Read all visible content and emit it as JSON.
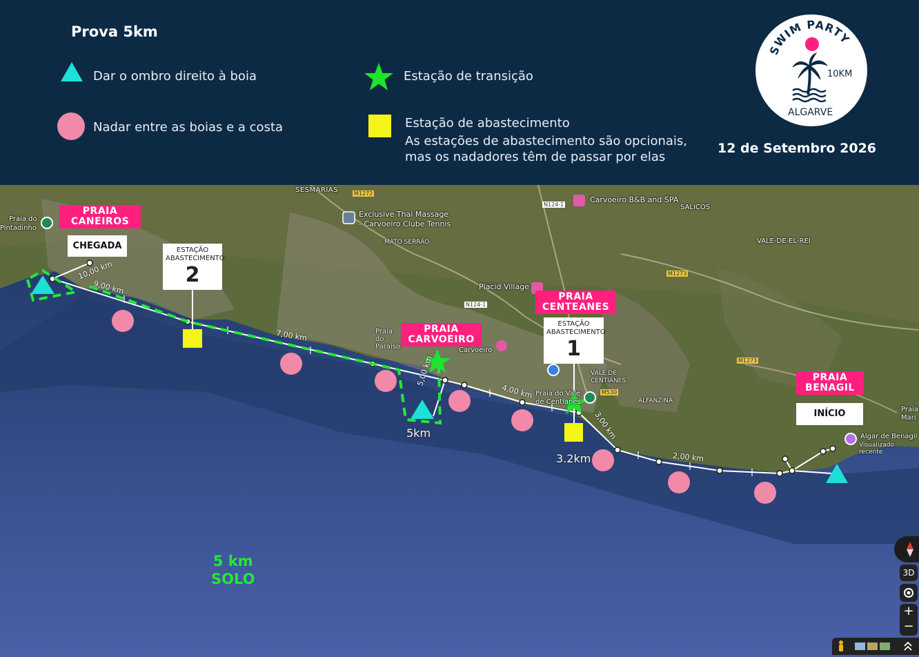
{
  "header": {
    "title": "Prova 5km",
    "legend": {
      "buoy_right": "Dar o ombro direito à boia",
      "between_buoys": "Nadar entre as boias e a costa",
      "transition": "Estação de transição",
      "feeding_title": "Estação de abastecimento",
      "feeding_note_1": "As estações de abastecimento são opcionais,",
      "feeding_note_2": "mas os nadadores têm de passar por elas"
    },
    "date": "12 de Setembro 2026",
    "logo": {
      "arc_text": "SWIM PARTY",
      "distance": "10KM",
      "location": "ALGARVE"
    }
  },
  "map": {
    "beaches": {
      "caneiros": [
        "PRAIA",
        "CANEIROS"
      ],
      "carvoeiro": [
        "PRAIA",
        "CARVOEIRO"
      ],
      "centeanes": [
        "PRAIA",
        "CENTEANES"
      ],
      "benagil": [
        "PRAIA",
        "BENAGIL"
      ]
    },
    "finish": "CHEGADA",
    "start": "INÍCIO",
    "stations": [
      {
        "label": "ESTAÇÃO ABASTECIMENTO",
        "number": "2"
      },
      {
        "label": "ESTAÇÃO ABASTECIMENTO",
        "number": "1"
      }
    ],
    "solo": [
      "5 km",
      "SOLO"
    ],
    "km_markers": [
      "10,00 km",
      "9,00 km",
      "7,00 km",
      "5,00 km",
      "4,00 km",
      "3,00 km",
      "2,00 km"
    ],
    "distance_labels": [
      "5km",
      "3.2km"
    ],
    "places": {
      "sesmarias": "SESMARIAS",
      "m1272": "M1272",
      "thai": "Exclusive Thai Massage",
      "thai2": "- Carvoeiro Clube Tennis",
      "n1241a": "N124-1",
      "bb": "Carvoeiro B&B and SPA",
      "salicos": "SALICOS",
      "mato": "MATO SERRÃO",
      "vale_rei": "VALE-DE-EL-REI",
      "m1273a": "M1273",
      "placid": "Placid Village",
      "n1241b": "N124-1",
      "pintadinho1": "Praia do",
      "pintadinho2": "Pintadinho",
      "paraiso": "Praia do Paraíso",
      "carvoeiro": "Carvoeiro",
      "vale_centianes": "VALE DE CENTIANES",
      "praia_vale": "Praia do Vale de Centianes",
      "m530": "M530",
      "alfanzina": "ALFANZINA",
      "m1273b": "M1273",
      "praia_mari": "Praia Mari",
      "algar": "Algar de Benagil",
      "visualizado": "Visualizado recente"
    },
    "controls": {
      "three_d": "3D",
      "plus": "+",
      "minus": "−"
    }
  },
  "colors": {
    "header_bg": "#0d2a45",
    "buoy_cyan": "#1de0d6",
    "buoy_pink": "#f08aa8",
    "transition_green": "#1de52e",
    "feeding_yellow": "#f4f416",
    "beach_tag": "#ff1f7e",
    "route_dash": "#22e838"
  }
}
